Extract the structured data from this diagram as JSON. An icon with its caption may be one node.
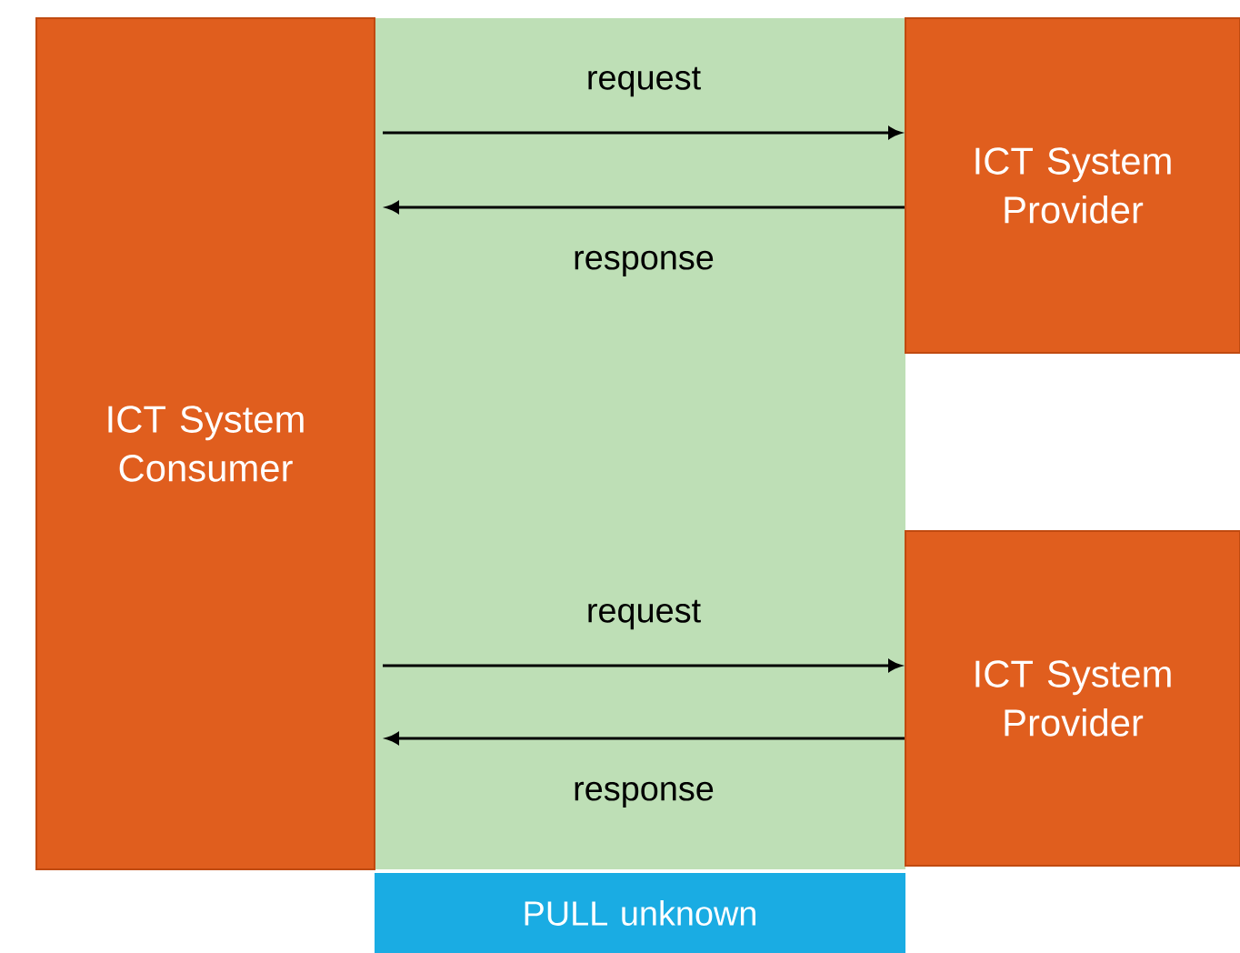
{
  "diagram": {
    "nodes": [
      {
        "text": [
          "ICT System Consumer"
        ]
      },
      {
        "text": [
          "ICT System Provider"
        ]
      },
      {
        "text": [
          "ICT System Provider"
        ]
      },
      {
        "text": [
          "PULL unknown"
        ]
      }
    ],
    "edges": [
      {
        "from": 0,
        "to": 1,
        "arrow": "to",
        "label": "request"
      },
      {
        "from": 1,
        "to": 0,
        "arrow": "to",
        "label": "response"
      },
      {
        "from": 0,
        "to": 2,
        "arrow": "to",
        "label": "request"
      },
      {
        "from": 2,
        "to": 0,
        "arrow": "to",
        "label": "response"
      }
    ]
  }
}
